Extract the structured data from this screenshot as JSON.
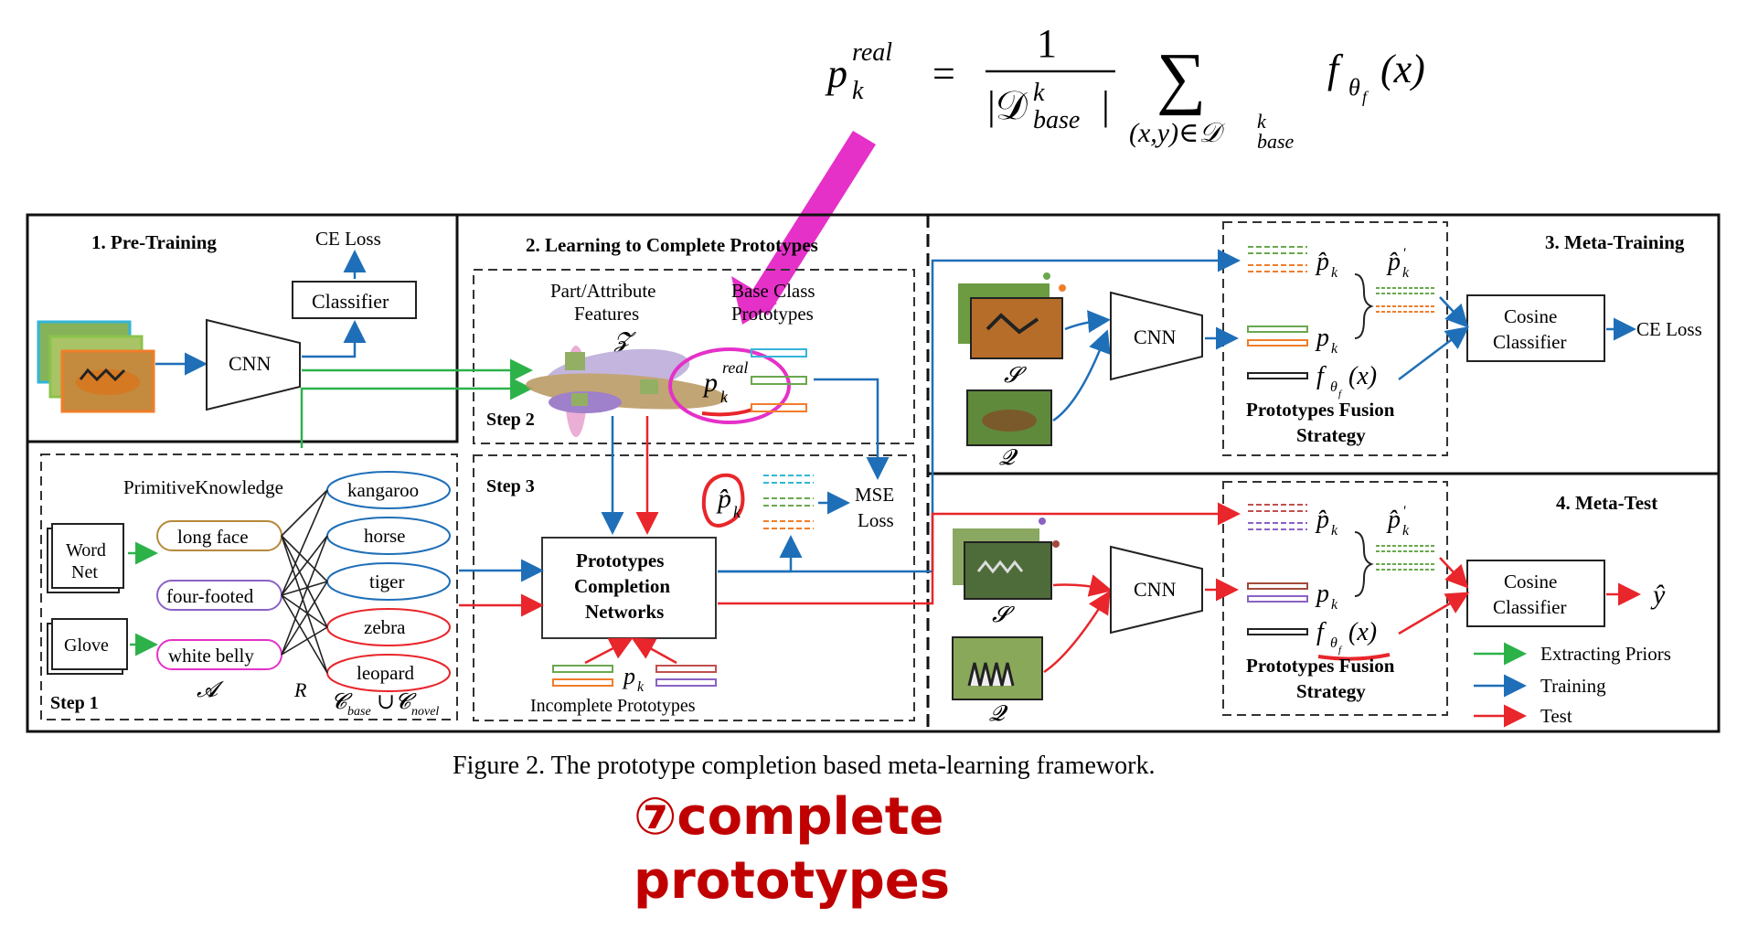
{
  "formula": {
    "lhs_symbol": "p",
    "lhs_sub": "k",
    "lhs_sup": "real",
    "equals": "=",
    "numerator": "1",
    "den_symbol": "|𝒟",
    "den_sup": "k",
    "den_sub": "base",
    "den_close": "|",
    "sum": "∑",
    "sum_under": "(x,y)∈𝒟",
    "sum_under_sup": "k",
    "sum_under_sub": "base",
    "func": "f",
    "func_sub": "θ",
    "func_subsub": "f",
    "func_arg": "(x)"
  },
  "panels": {
    "pretrain": {
      "title": "1. Pre-Training",
      "ce_loss": "CE Loss",
      "classifier": "Classifier",
      "cnn": "CNN"
    },
    "learning": {
      "title": "2. Learning to Complete Prototypes",
      "part_attr": "Part/Attribute",
      "features": "Features",
      "z_symbol": "𝓩",
      "base_class": "Base Class",
      "prototypes": "Prototypes",
      "p_real": "p",
      "p_real_sub": "k",
      "p_real_sup": "real",
      "step2": "Step 2",
      "step3": "Step 3",
      "p_hat": "p̂",
      "p_hat_sub": "k",
      "mse": "MSE",
      "loss": "Loss",
      "pcn_line1": "Prototypes",
      "pcn_line2": "Completion",
      "pcn_line3": "Networks",
      "p_k": "p",
      "p_k_sub": "k",
      "incomplete": "Incomplete Prototypes"
    },
    "step1": {
      "primitive": "PrimitiveKnowledge",
      "wordnet_line1": "Word",
      "wordnet_line2": "Net",
      "glove": "Glove",
      "attributes": [
        "long face",
        "four-footed",
        "white belly"
      ],
      "classes": [
        "kangaroo",
        "horse",
        "tiger",
        "zebra",
        "leopard"
      ],
      "a_symbol": "𝓐",
      "r_symbol": "R",
      "c_symbol": "𝓒",
      "c_base": "base",
      "union": "∪",
      "c_novel": "novel",
      "label": "Step 1"
    },
    "metatrain": {
      "title": "3. Meta-Training",
      "cnn": "CNN",
      "s_symbol": "𝓢",
      "q_symbol": "𝓠",
      "p_hat": "p̂",
      "p_hat_sub": "k",
      "p_hat_prime": "p̂",
      "p_hat_prime_sub": "k",
      "p_hat_prime_sup": "'",
      "p_k": "p",
      "p_k_sub": "k",
      "f_theta": "f",
      "f_sub": "θ",
      "f_subsub": "f",
      "f_arg": "(x)",
      "fusion_line1": "Prototypes Fusion",
      "fusion_line2": "Strategy",
      "cos_line1": "Cosine",
      "cos_line2": "Classifier",
      "ce_loss": "CE Loss"
    },
    "metatest": {
      "title": "4. Meta-Test",
      "cnn": "CNN",
      "s_symbol": "𝓢",
      "q_symbol": "𝓠",
      "cos_line1": "Cosine",
      "cos_line2": "Classifier",
      "y_hat": "ŷ",
      "fusion_line1": "Prototypes Fusion",
      "fusion_line2": "Strategy"
    }
  },
  "legend": [
    {
      "label": "Extracting Priors",
      "color": "#2db24a"
    },
    {
      "label": "Training",
      "color": "#1f6fb8"
    },
    {
      "label": "Test",
      "color": "#e8262b"
    }
  ],
  "caption": "Figure 2. The prototype completion based meta-learning framework.",
  "annotation": {
    "line1": "⑦complete",
    "line2": "prototypes",
    "color": "#c00000"
  },
  "colors": {
    "green": "#2db24a",
    "blue": "#1f6fb8",
    "red": "#e8262b",
    "magenta": "#e531c8",
    "orange": "#f07d2a",
    "purple": "#8a62c4",
    "cyan": "#33b5d8"
  }
}
